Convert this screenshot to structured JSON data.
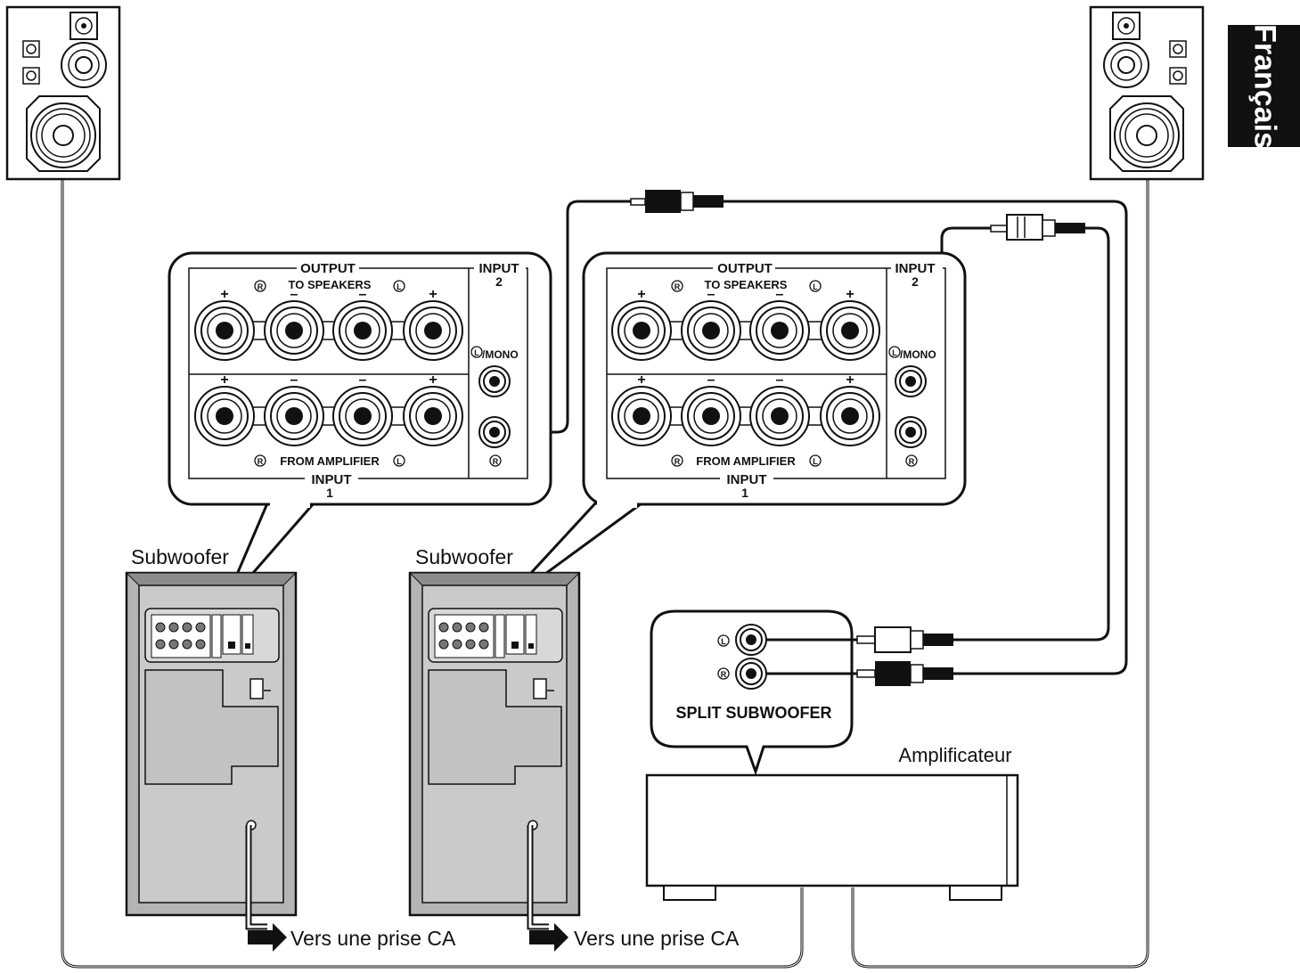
{
  "language_tab": "Français",
  "panel": {
    "output_title": "OUTPUT",
    "to_speakers": "TO SPEAKERS",
    "input2_title": "INPUT",
    "input2_num": "2",
    "mono_label": "/MONO",
    "from_amplifier": "FROM AMPLIFIER",
    "input1_title": "INPUT",
    "input1_num": "1",
    "plus": "+",
    "minus": "–",
    "right_marker": "R",
    "left_marker": "L"
  },
  "subwoofer_left_label": "Subwoofer",
  "subwoofer_right_label": "Subwoofer",
  "split_subwoofer_label": "SPLIT SUBWOOFER",
  "amplifier_label": "Amplificateur",
  "outlet_left_label": "Vers une prise CA",
  "outlet_right_label": "Vers une prise CA",
  "colors": {
    "line": "#111111",
    "cabinet": "#c8c8c8",
    "cabinet_dark": "#9a9a9a",
    "tab": "#111111"
  }
}
